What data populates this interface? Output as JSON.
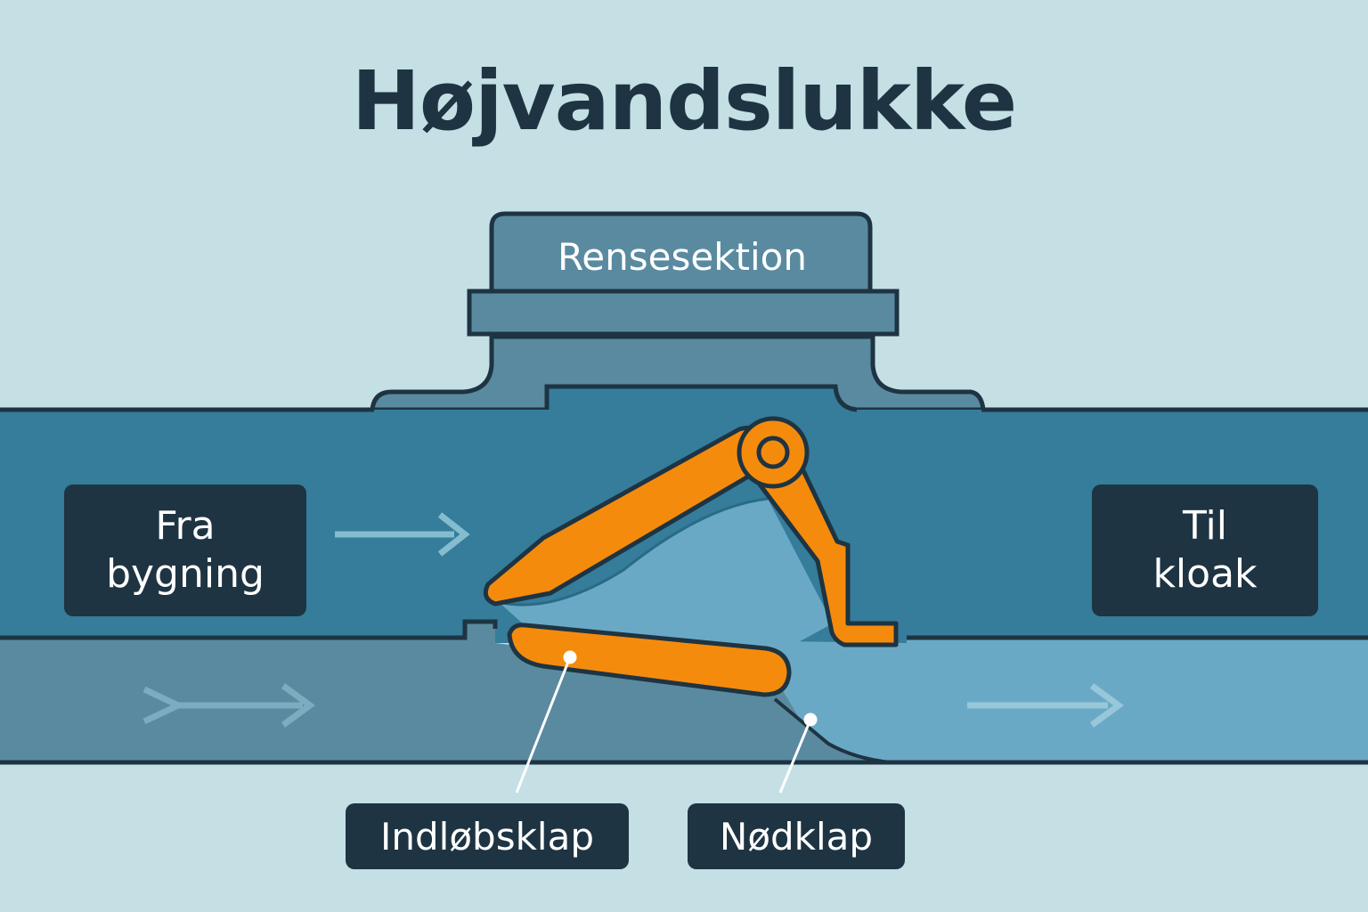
{
  "title": "Højvandslukke",
  "labels": {
    "rensesektion": "Rensesektion",
    "fra_bygning_line1": "Fra",
    "fra_bygning_line2": "bygning",
    "til_kloak_line1": "Til",
    "til_kloak_line2": "kloak",
    "indlobsklap": "Indløbsklap",
    "nodklap": "Nødklap"
  },
  "colors": {
    "background": "#c4e0e5",
    "pipe": "#357d9a",
    "pipe_lower": "#5a8aa0",
    "water": "#6aa9c6",
    "outline": "#1e3442",
    "flap": "#f58b0c",
    "label_bg": "#1e3442"
  }
}
